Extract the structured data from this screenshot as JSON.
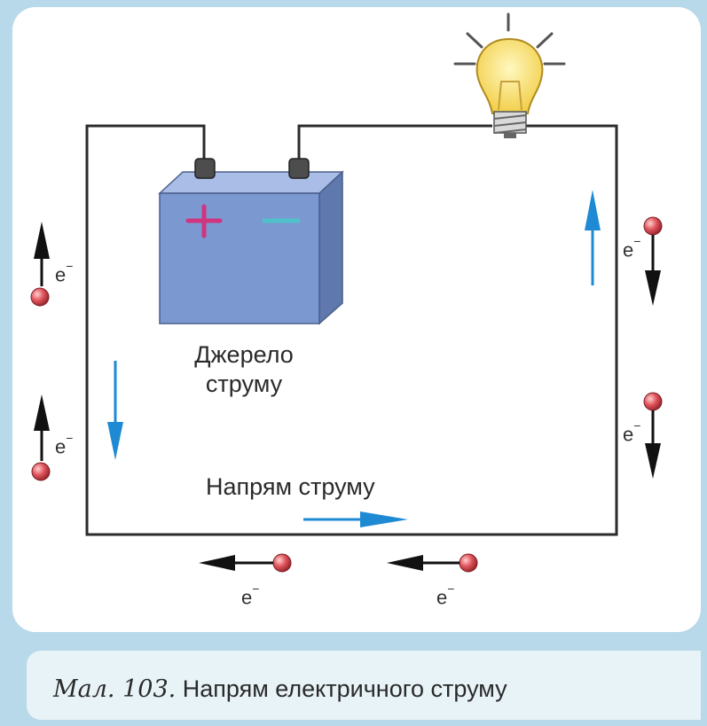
{
  "source_label_line1": "Джерело",
  "source_label_line2": "струму",
  "current_direction_label": "Напрям струму",
  "electron_symbol": "e",
  "electron_charge": "−",
  "battery": {
    "plus": "+",
    "minus": "−"
  },
  "caption": {
    "figure": "Мал. 103.",
    "text": "Напрям електричного струму"
  },
  "colors": {
    "wire": "#2b2b2b",
    "battery": "#7c98d0",
    "current_arrow": "#1f8ad4",
    "electron": "#e0535b",
    "plus": "#d0357f",
    "minus": "#4fc1c9"
  }
}
